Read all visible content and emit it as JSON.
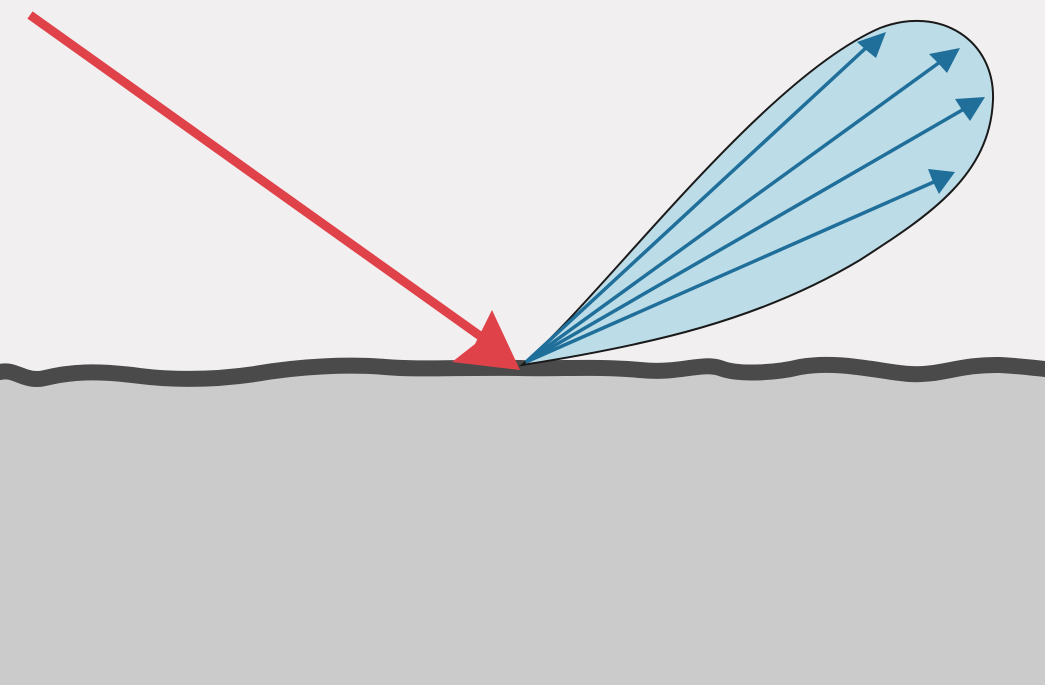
{
  "diagram": {
    "colors": {
      "background": "#f2eff0",
      "material": "#cbcbcb",
      "surface_line": "#4a4a4a",
      "incident_ray": "#e0424a",
      "lobe_fill": "#bcdce8",
      "lobe_outline": "#1a1a1a",
      "reflected_rays": "#1f6f9a"
    },
    "elements": {
      "incident_ray": "incident-light-ray",
      "reflection_lobe": "glossy-reflection-lobe",
      "reflected_ray_count": 4,
      "surface": "rough-surface"
    }
  }
}
